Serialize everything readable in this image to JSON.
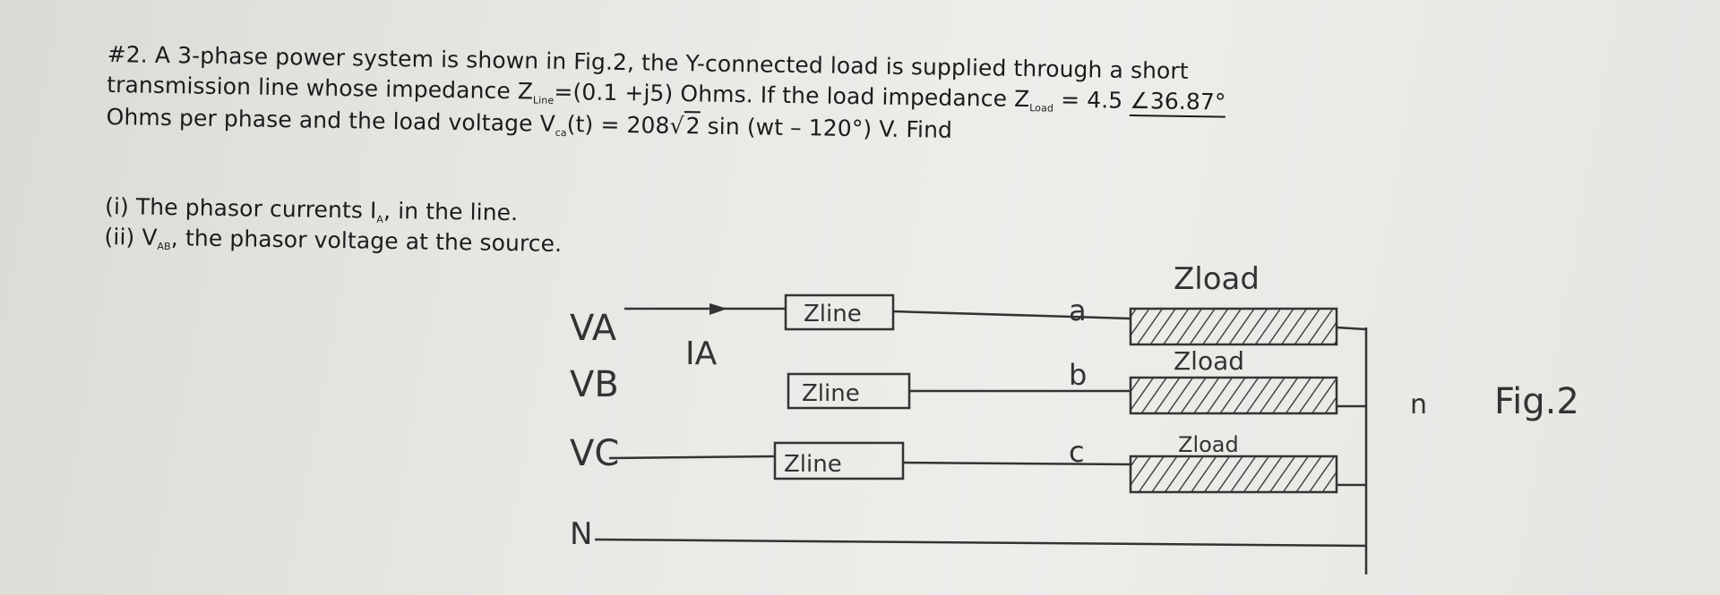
{
  "problem": {
    "line1": "#2.  A 3-phase power system is shown in Fig.2, the Y-connected load is supplied through a short",
    "line2_a": "transmission line whose impedance Z",
    "line2_sub": "Line",
    "line2_b": "=(0.1 +j5) Ohms. If the load impedance Z",
    "line2_sub2": "Load",
    "line2_c": " = 4.5 ",
    "line2_angle": "∠36.87°",
    "line3_a": "Ohms per phase and the load voltage V",
    "line3_sub": "ca",
    "line3_b": "(t) = 208",
    "line3_sqrt": "2",
    "line3_c": " sin (wt – 120°) V. Find",
    "item1_a": "(i) The phasor currents I",
    "item1_sub": "A",
    "item1_b": ", in the line.",
    "item2_a": "(ii) V",
    "item2_sub": "AB",
    "item2_b": ", the phasor voltage at the source."
  },
  "diagram": {
    "src_a": "VA",
    "src_b": "VB",
    "src_c": "VC",
    "neutral": "N",
    "current": "IA",
    "line_a": "Zline",
    "line_b": "Zline",
    "line_c": "Zline",
    "node_a": "a",
    "node_b": "b",
    "node_c": "c",
    "load_a": "Zload",
    "load_b": "Zload",
    "load_c": "Zload",
    "node_n": "n",
    "fig": "Fig.2"
  }
}
